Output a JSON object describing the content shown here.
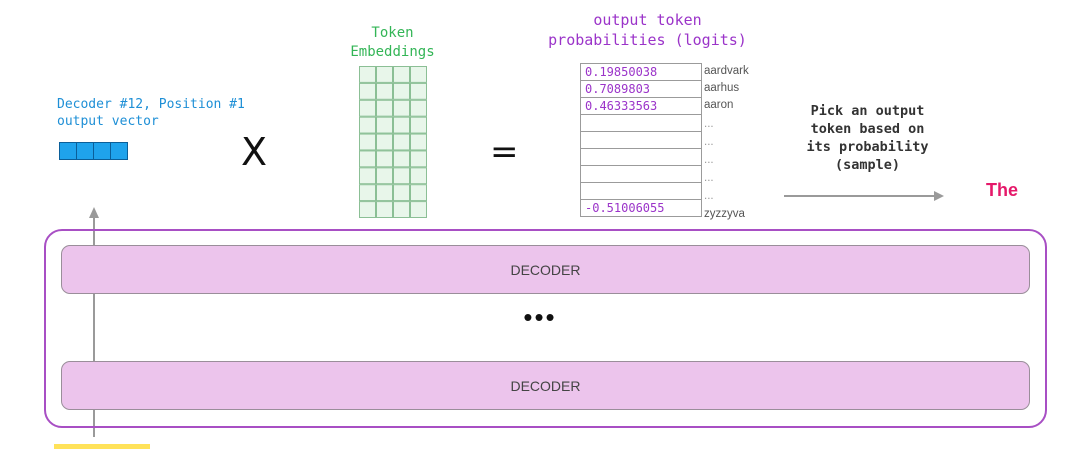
{
  "decoder_output": {
    "label_line1": "Decoder #12, Position #1",
    "label_line2": "output vector",
    "cells": 4
  },
  "operators": {
    "multiply": "X",
    "equals": "="
  },
  "embeddings": {
    "title_line1": "Token",
    "title_line2": "Embeddings"
  },
  "logits": {
    "title_line1": "output token",
    "title_line2": "probabilities (logits)",
    "rows": [
      {
        "value": "0.19850038",
        "word": "aardvark"
      },
      {
        "value": "0.7089803",
        "word": "aarhus"
      },
      {
        "value": "0.46333563",
        "word": "aaron"
      },
      {
        "value": "",
        "word": "..."
      },
      {
        "value": "",
        "word": "..."
      },
      {
        "value": "",
        "word": "..."
      },
      {
        "value": "",
        "word": "..."
      },
      {
        "value": "",
        "word": "..."
      },
      {
        "value": "-0.51006055",
        "word": "zyzzyva"
      }
    ]
  },
  "pick": {
    "line1": "Pick an output",
    "line2": "token based on",
    "line3": "its probability",
    "line4": "(sample)"
  },
  "output_token": "The",
  "decoder_stack": {
    "top_label": "DECODER",
    "ellipsis": "•••",
    "bottom_label": "DECODER"
  },
  "colors": {
    "decoder_fill": "#ecc4ec",
    "stack_border": "#a84fc4",
    "vector_blue": "#1fa3ec",
    "embedding_green": "#33b556",
    "logit_purple": "#9b34c9",
    "output_pink": "#e5196a"
  }
}
